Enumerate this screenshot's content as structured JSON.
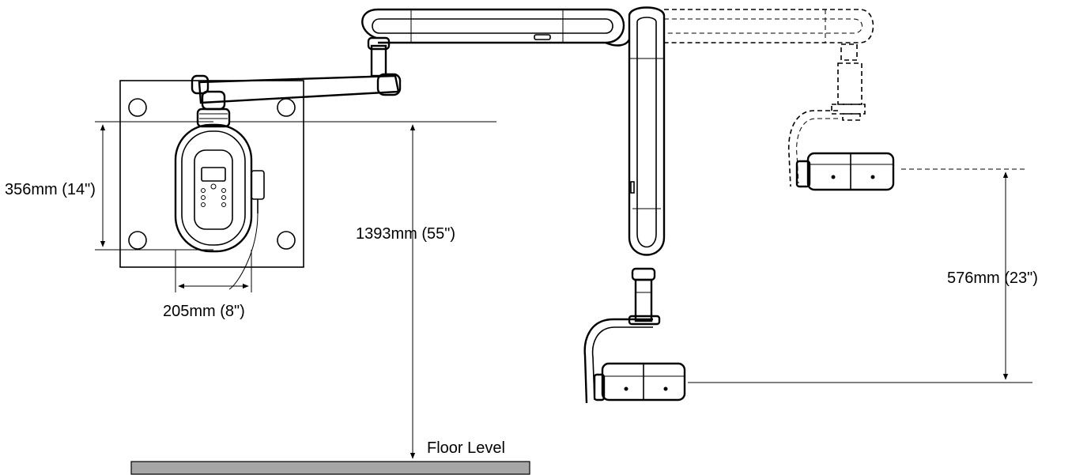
{
  "dimensions": {
    "mount_height": "356mm (14\")",
    "mount_width": "205mm (8\")",
    "floor_height": "1393mm (55\")",
    "travel": "576mm (23\")"
  },
  "floor": {
    "label": "Floor Level",
    "fill": "#a6a6a6"
  },
  "colors": {
    "line": "#000000",
    "background": "#ffffff"
  }
}
